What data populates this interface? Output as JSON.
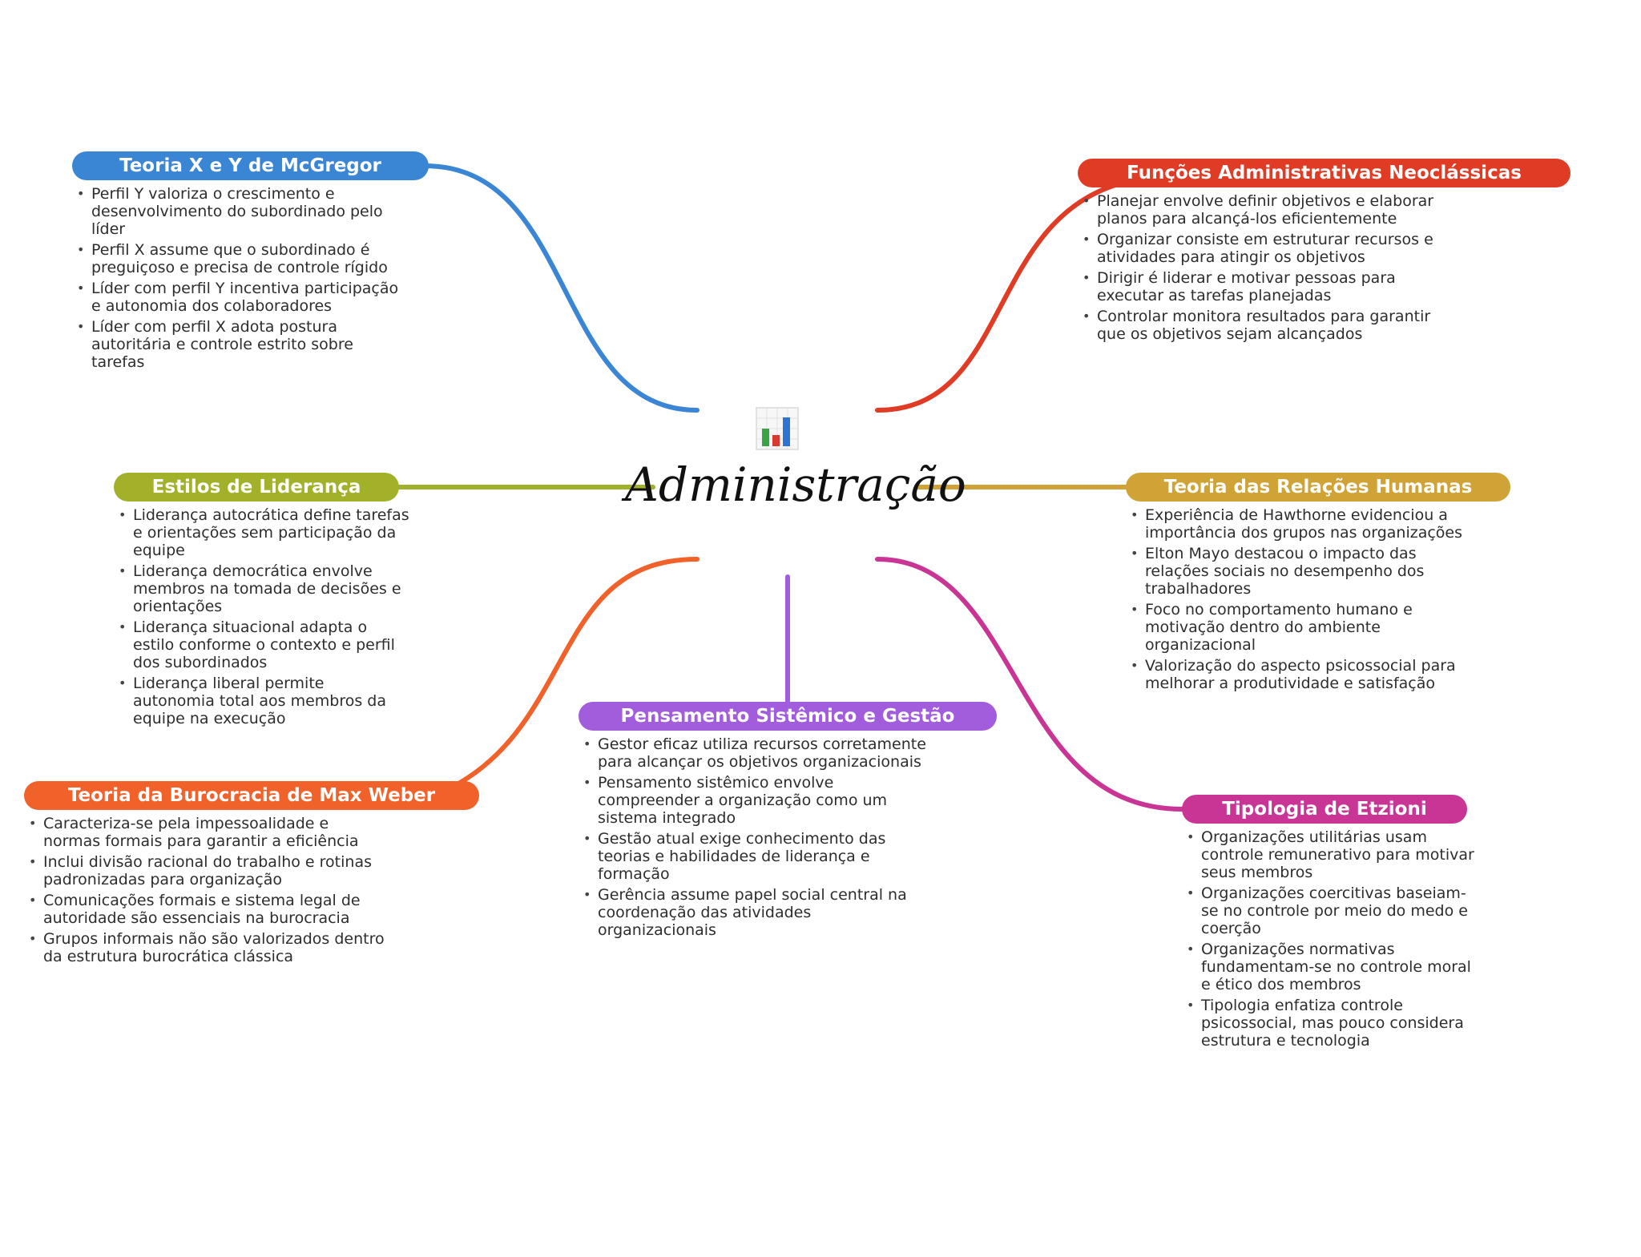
{
  "center": {
    "title": "Administração",
    "icon": "chart-icon"
  },
  "branches": [
    {
      "key": "mcgregor",
      "color": "#3a86d4",
      "title": "Teoria X e Y de McGregor",
      "items": [
        "Perfil Y valoriza o crescimento e desenvolvimento do subordinado pelo líder",
        "Perfil X assume que o subordinado é preguiçoso e precisa de controle rígido",
        "Líder com perfil Y incentiva participação e autonomia dos colaboradores",
        "Líder com perfil X adota postura autoritária e controle estrito sobre tarefas"
      ]
    },
    {
      "key": "neoclassicas",
      "color": "#e03b24",
      "title": "Funções Administrativas Neoclássicas",
      "items": [
        "Planejar envolve definir objetivos e elaborar planos para alcançá-los eficientemente",
        "Organizar consiste em estruturar recursos e atividades para atingir os objetivos",
        "Dirigir é liderar e motivar pessoas para executar as tarefas planejadas",
        "Controlar monitora resultados para garantir que os objetivos sejam alcançados"
      ]
    },
    {
      "key": "lideranca",
      "color": "#a3b12a",
      "title": "Estilos de Liderança",
      "items": [
        "Liderança autocrática define tarefas e orientações sem participação da equipe",
        "Liderança democrática envolve membros na tomada de decisões e orientações",
        "Liderança situacional adapta o estilo conforme o contexto e perfil dos subordinados",
        "Liderança liberal permite autonomia total aos membros da equipe na execução"
      ]
    },
    {
      "key": "relacoes",
      "color": "#cfa336",
      "title": "Teoria das Relações Humanas",
      "items": [
        "Experiência de Hawthorne evidenciou a importância dos grupos nas organizações",
        "Elton Mayo destacou o impacto das relações sociais no desempenho dos trabalhadores",
        "Foco no comportamento humano e motivação dentro do ambiente organizacional",
        "Valorização do aspecto psicossocial para melhorar a produtividade e satisfação"
      ]
    },
    {
      "key": "burocracia",
      "color": "#f0622a",
      "title": "Teoria da Burocracia de Max Weber",
      "items": [
        "Caracteriza-se pela impessoalidade e normas formais para garantir a eficiência",
        "Inclui divisão racional do trabalho e rotinas padronizadas para organização",
        "Comunicações formais e sistema legal de autoridade são essenciais na burocracia",
        "Grupos informais não são valorizados dentro da estrutura burocrática clássica"
      ]
    },
    {
      "key": "sistemico",
      "color": "#a25ddc",
      "title": "Pensamento Sistêmico e Gestão",
      "items": [
        "Gestor eficaz utiliza recursos corretamente para alcançar os objetivos organizacionais",
        "Pensamento sistêmico envolve compreender a organização como um sistema integrado",
        "Gestão atual exige conhecimento das teorias e habilidades de liderança e formação",
        "Gerência assume papel social central na coordenação das atividades organizacionais"
      ]
    },
    {
      "key": "etzioni",
      "color": "#c93594",
      "title": "Tipologia de Etzioni",
      "items": [
        "Organizações utilitárias usam controle remunerativo para motivar seus membros",
        "Organizações coercitivas baseiam-se no controle por meio do medo e coerção",
        "Organizações normativas fundamentam-se no controle moral e ético dos membros",
        "Tipologia enfatiza controle psicossocial, mas pouco considera estrutura e tecnologia"
      ]
    }
  ]
}
